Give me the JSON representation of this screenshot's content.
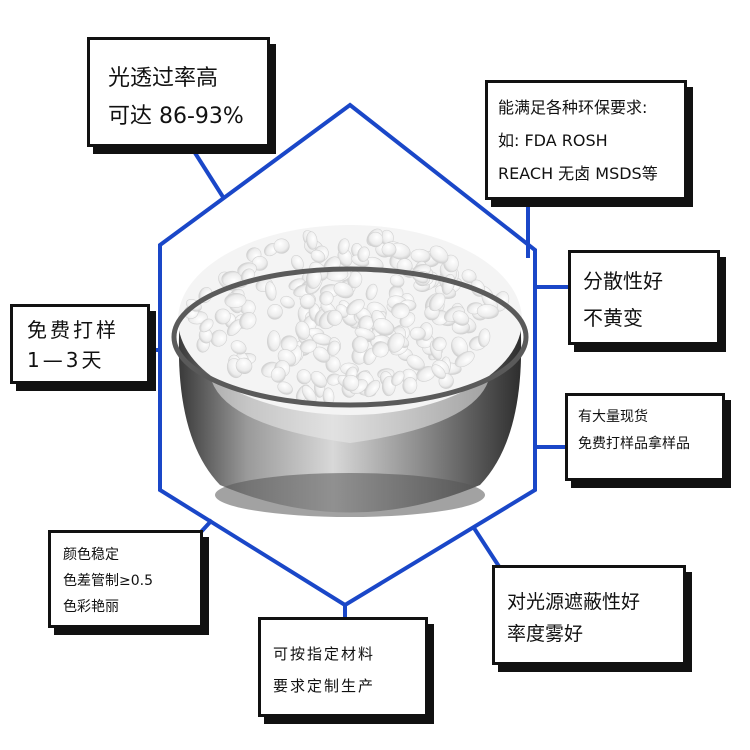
{
  "colors": {
    "hexagon": "#1a47c8",
    "box_border": "#111111",
    "text": "#111111",
    "background": "#ffffff"
  },
  "image": {
    "subject": "bowl-of-white-plastic-pellets"
  },
  "callouts": {
    "transmittance": {
      "line1": "光透过率高",
      "line2": "可达 86-93%"
    },
    "compliance": {
      "line1": "能满足各种环保要求:",
      "line2": "如: FDA ROSH",
      "line3": "REACH 无卤 MSDS等"
    },
    "dispersion": {
      "line1": "分散性好",
      "line2": "不黄变"
    },
    "free_sample": {
      "line1": "免费打样",
      "line2": "1—3天"
    },
    "stock": {
      "line1": "有大量现货",
      "line2": "免费打样品拿样品"
    },
    "color": {
      "line1": "颜色稳定",
      "line2": "色差管制≥0.5",
      "line3": "色彩艳丽"
    },
    "shading": {
      "line1": "对光源遮蔽性好",
      "line2": "率度雾好"
    },
    "custom": {
      "line1": "可按指定材料",
      "line2": "要求定制生产"
    }
  }
}
